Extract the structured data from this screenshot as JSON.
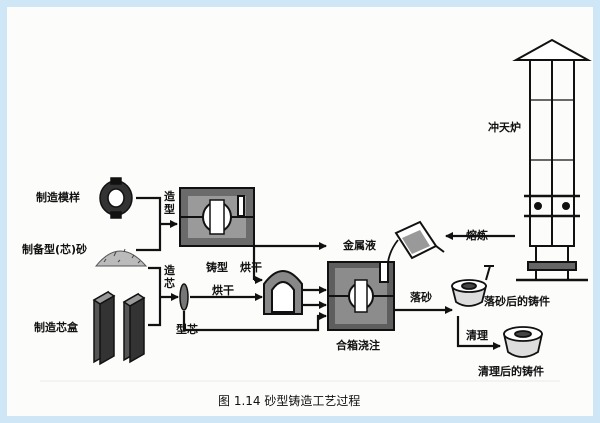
{
  "labels": {
    "make_pattern": "制造模样",
    "prepare_sand": "制备型(芯)砂",
    "make_core_box": "制造芯盒",
    "molding": "造型",
    "core_making": "造芯",
    "mold_label": "铸型",
    "dry_top": "烘干",
    "dry_left": "烘干",
    "oven": "烘炉",
    "core": "型芯",
    "metal_liquid": "金属液",
    "smelting": "熔炼",
    "cupola": "冲天炉",
    "shakeout": "落砂",
    "after_shakeout": "落砂后的铸件",
    "cleaning": "清理",
    "after_cleaning": "清理后的铸件",
    "assembly_pouring": "合箱浇注"
  },
  "caption": "图 1.14   砂型铸造工艺过程"
}
